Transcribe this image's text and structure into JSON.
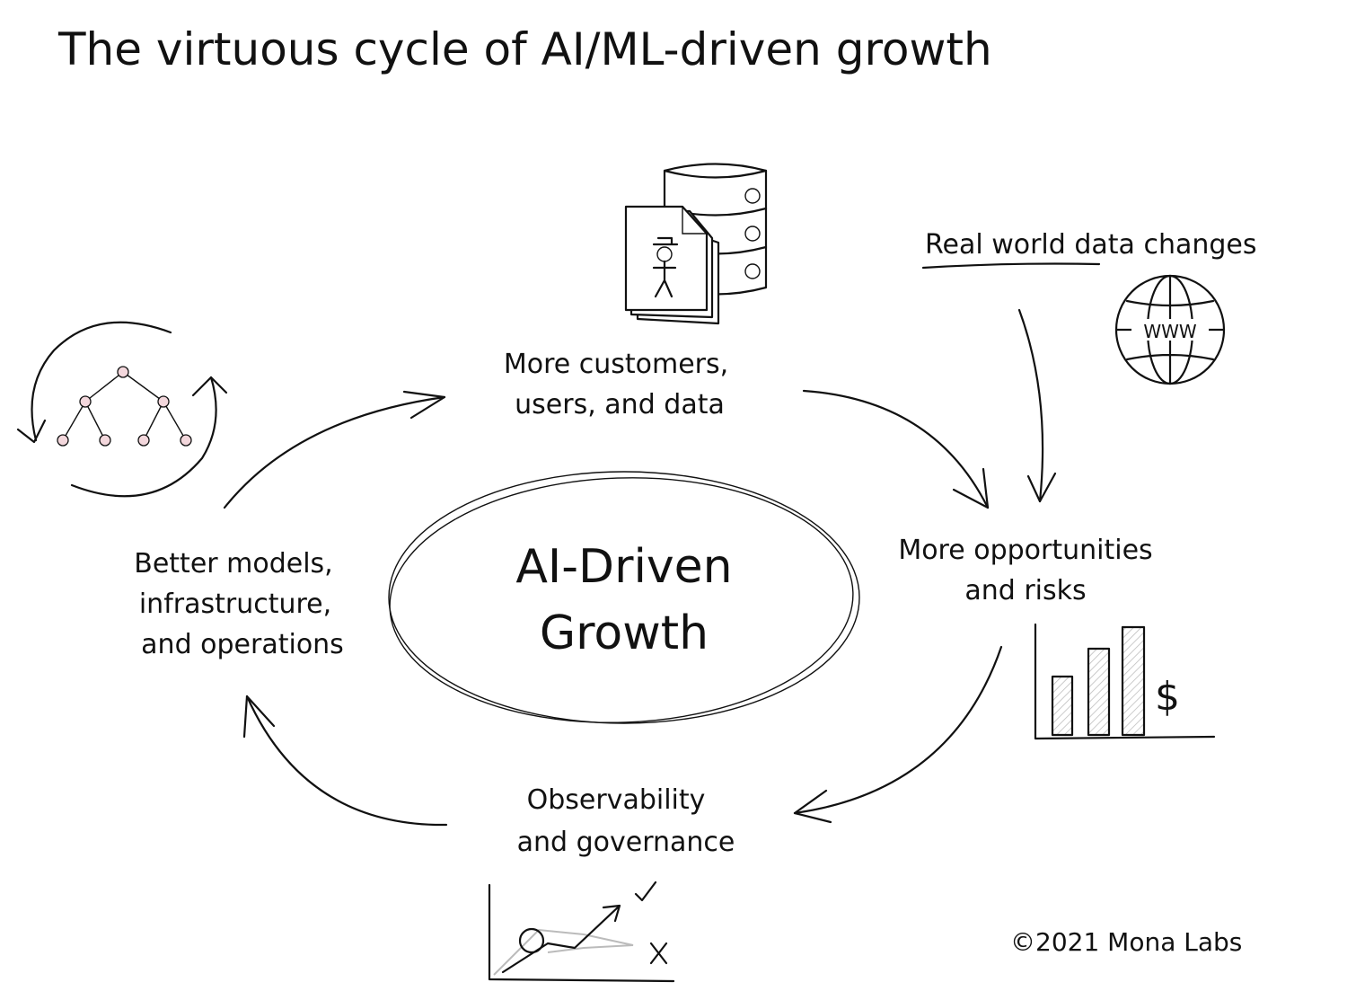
{
  "title": "The virtuous cycle of AI/ML-driven growth",
  "center": {
    "line1": "AI-Driven",
    "line2": "Growth"
  },
  "nodes": {
    "top": {
      "line1": "More customers,",
      "line2": "users, and data",
      "icon": "database-document-icon"
    },
    "right": {
      "line1": "More opportunities",
      "line2": "and risks",
      "icon": "bar-chart-dollar-icon"
    },
    "bottom": {
      "line1": "Observability",
      "line2": "and governance",
      "icon": "monitoring-chart-icon"
    },
    "left": {
      "line1": "Better models,",
      "line2": "infrastructure,",
      "line3": "and operations",
      "icon": "tree-cycle-icon"
    }
  },
  "external": {
    "underlined": "Real world",
    "rest": "data changes",
    "icon": "globe-www-icon",
    "globe_label": "WWW"
  },
  "bar_symbol": "$",
  "copyright": "©2021 Mona Labs"
}
